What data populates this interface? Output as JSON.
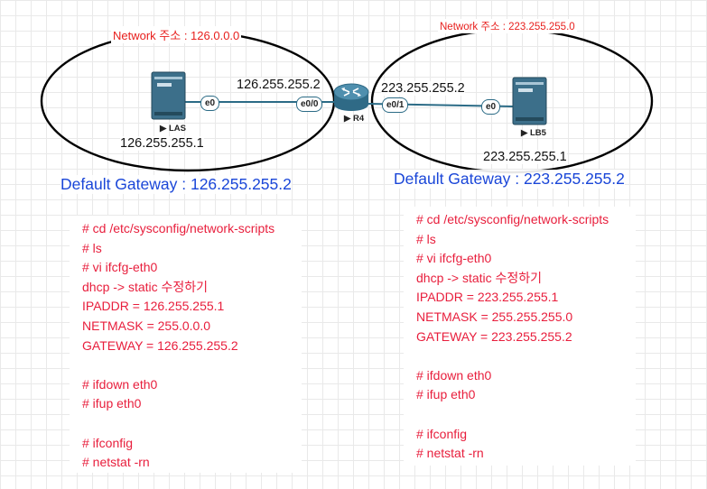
{
  "left_network": {
    "label": "Network 주소 : 126.0.0.0",
    "host_name": "LAS",
    "host_iface": "e0",
    "host_ip": "126.255.255.1",
    "router_iface": "e0/0",
    "router_ip": "126.255.255.2",
    "gateway": "Default Gateway : 126.255.255.2"
  },
  "router": {
    "name": "R4"
  },
  "right_network": {
    "label": "Network 주소 : 223.255.255.0",
    "host_name": "LB5",
    "host_iface": "e0",
    "host_ip": "223.255.255.1",
    "router_iface": "e0/1",
    "router_ip": "223.255.255.2",
    "gateway": "Default Gateway : 223.255.255.2"
  },
  "left_commands": [
    "# cd /etc/sysconfig/network-scripts",
    "# ls",
    "# vi ifcfg-eth0",
    "dhcp -> static 수정하기",
    "IPADDR = 126.255.255.1",
    "NETMASK = 255.0.0.0",
    "GATEWAY = 126.255.255.2",
    "",
    "# ifdown eth0",
    "# ifup eth0",
    "",
    "# ifconfig",
    "# netstat -rn"
  ],
  "right_commands": [
    "# cd /etc/sysconfig/network-scripts",
    "# ls",
    "# vi ifcfg-eth0",
    "dhcp -> static 수정하기",
    "IPADDR = 223.255.255.1",
    "NETMASK = 255.255.255.0",
    "GATEWAY = 223.255.255.2",
    "",
    "# ifdown eth0",
    "# ifup eth0",
    "",
    "# ifconfig",
    "# netstat -rn"
  ]
}
